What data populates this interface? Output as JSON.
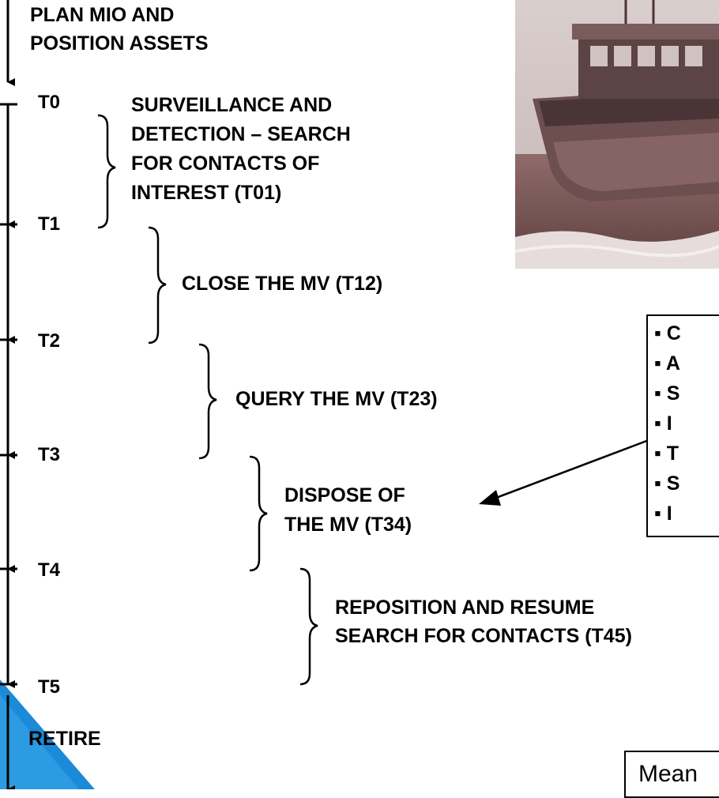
{
  "header": {
    "line1": "PLAN MIO AND",
    "line2": "POSITION ASSETS"
  },
  "ticks": [
    "T0",
    "T1",
    "T2",
    "T3",
    "T4",
    "T5"
  ],
  "phases": {
    "t01": [
      "SURVEILLANCE AND",
      "DETECTION – SEARCH",
      "FOR CONTACTS OF",
      "INTEREST (T01)"
    ],
    "t12": "CLOSE THE MV (T12)",
    "t23": "QUERY THE MV (T23)",
    "t34": [
      "DISPOSE OF",
      "THE MV (T34)"
    ],
    "t45": [
      "REPOSITION AND RESUME",
      "SEARCH FOR CONTACTS (T45)"
    ]
  },
  "retire": "RETIRE",
  "action_bullets": [
    "▪ C",
    "▪ A",
    "▪ S",
    "▪ I",
    "▪ T",
    "▪ S",
    "▪ I"
  ],
  "mean_label": "Mean",
  "colors": {
    "ink": "#000000",
    "accent": "#1b8ad8",
    "photo_tone": "#8a6a66"
  },
  "photo": {
    "icon": "boat-photo"
  }
}
